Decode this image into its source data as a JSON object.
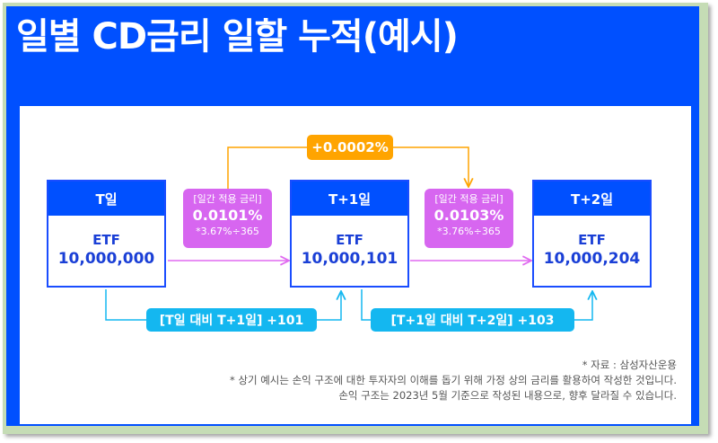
{
  "title": "일별 CD금리 일할 누적(예시)",
  "colors": {
    "frame_blue": "#0050ff",
    "box_border": "#1a4dff",
    "rate_purple": "#d766f0",
    "diff_orange": "#ffa400",
    "delta_cyan": "#14b7f0",
    "arrow_magenta": "#e06af0"
  },
  "days": [
    {
      "label": "T일",
      "asset": "ETF",
      "value": "10,000,000"
    },
    {
      "label": "T+1일",
      "asset": "ETF",
      "value": "10,000,101"
    },
    {
      "label": "T+2일",
      "asset": "ETF",
      "value": "10,000,204"
    }
  ],
  "rates": [
    {
      "label": "[일간 적용 금리]",
      "pct": "0.0101%",
      "formula": "*3.67%÷365"
    },
    {
      "label": "[일간 적용 금리]",
      "pct": "0.0103%",
      "formula": "*3.76%÷365"
    }
  ],
  "rate_diff": "+0.0002%",
  "deltas": [
    {
      "label": "[T일 대비 T+1일] +101"
    },
    {
      "label": "[T+1일 대비 T+2일] +103"
    }
  ],
  "notes": {
    "source": "* 자료 : 삼성자산운용",
    "line1": "* 상기 예시는 손익 구조에 대한 투자자의 이해를 돕기 위해 가정 상의 금리를 활용하여 작성한 것입니다.",
    "line2": "손익 구조는 2023년 5월 기준으로 작성된 내용으로, 향후 달라질 수 있습니다."
  }
}
